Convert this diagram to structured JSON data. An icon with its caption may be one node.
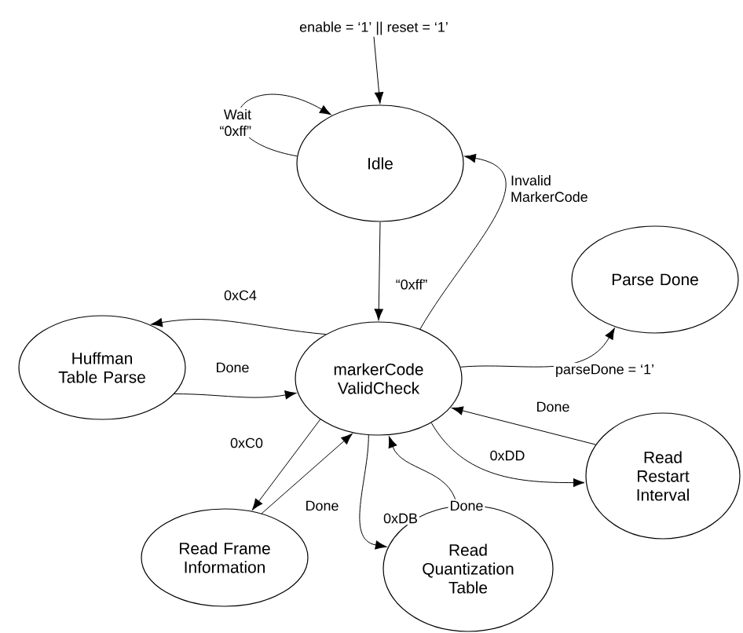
{
  "diagram": {
    "nodes": [
      {
        "text": [
          "enable = ‘1’ || reset = ‘1’"
        ]
      },
      {
        "text": [
          "Idle"
        ]
      },
      {
        "text": [
          "markerCode ValidCheck"
        ]
      },
      {
        "text": [
          "Parse Done"
        ]
      },
      {
        "text": [
          "Huffman Table Parse"
        ]
      },
      {
        "text": [
          "Read Restart Interval"
        ]
      },
      {
        "text": [
          "Read Frame Information"
        ]
      },
      {
        "text": [
          "Read Quantization Table"
        ]
      }
    ],
    "edges": [
      {
        "from": 0,
        "to": 1,
        "arrow": "to"
      },
      {
        "from": 1,
        "to": 1,
        "arrow": "to",
        "label": "Wait “0xff”"
      },
      {
        "from": 1,
        "to": 2,
        "arrow": "to",
        "label": "“0xff”"
      },
      {
        "from": 2,
        "to": 1,
        "arrow": "to",
        "label": "Invalid MarkerCode"
      },
      {
        "from": 2,
        "to": 3,
        "arrow": "to",
        "label": "parseDone = ‘1’"
      },
      {
        "from": 2,
        "to": 4,
        "arrow": "to",
        "label": "0xC4"
      },
      {
        "from": 4,
        "to": 2,
        "arrow": "to",
        "label": "Done"
      },
      {
        "from": 5,
        "to": 2,
        "arrow": "to",
        "label": "Done"
      },
      {
        "from": 2,
        "to": 5,
        "arrow": "to",
        "label": "0xDD"
      },
      {
        "from": 2,
        "to": 6,
        "arrow": "to",
        "label": "0xC0"
      },
      {
        "from": 6,
        "to": 2,
        "arrow": "to",
        "label": "Done"
      },
      {
        "from": 2,
        "to": 7,
        "arrow": "to",
        "label": "0xDB"
      },
      {
        "from": 7,
        "to": 2,
        "arrow": "to",
        "label": "Done"
      }
    ]
  }
}
